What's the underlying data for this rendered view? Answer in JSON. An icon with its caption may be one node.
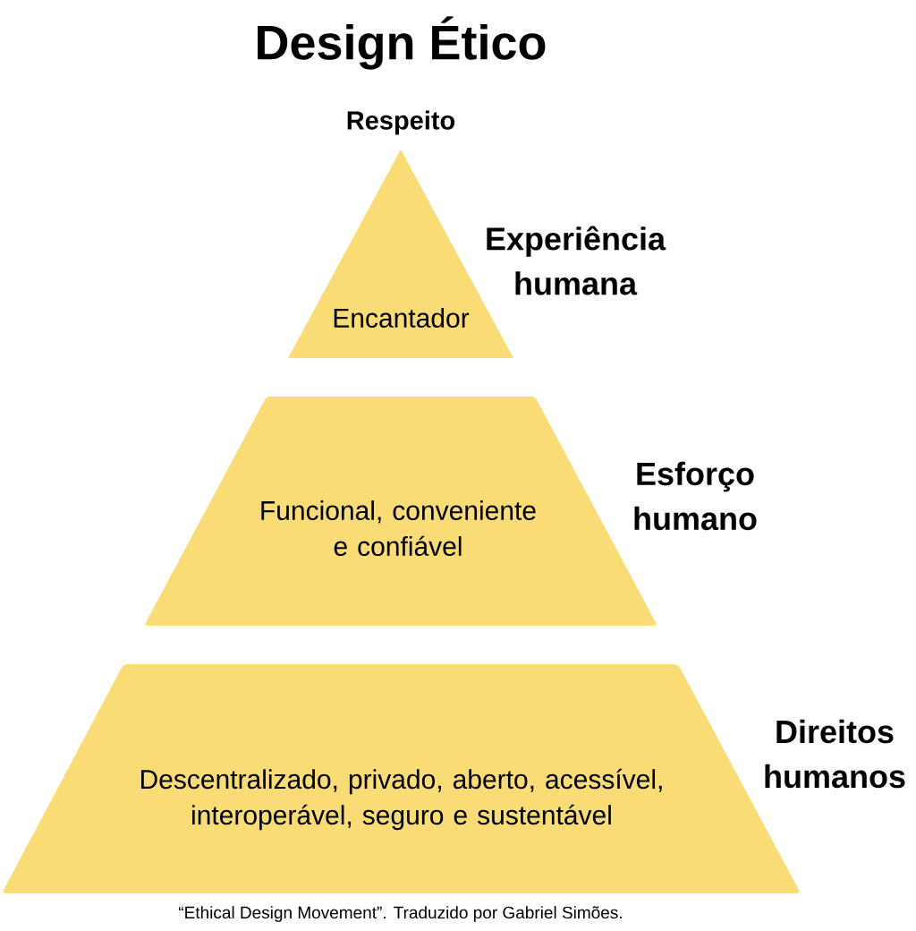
{
  "diagram": {
    "title": "Design Ético",
    "nodes": [
      {
        "text": [
          "Encantador"
        ],
        "beside": [
          "Experiência humana"
        ]
      },
      {
        "text": [
          "Funcional, conveniente e confiável"
        ],
        "beside": [
          "Esforço humano"
        ]
      },
      {
        "text": [
          "Descentralizado, privado, aberto, acessível, interoperável, seguro e sustentável"
        ],
        "beside": [
          "Direitos humanos"
        ]
      }
    ],
    "labels": [
      "Respeito"
    ],
    "caption": "“Ethical Design Movement”. Traduzido por Gabriel Simões."
  }
}
